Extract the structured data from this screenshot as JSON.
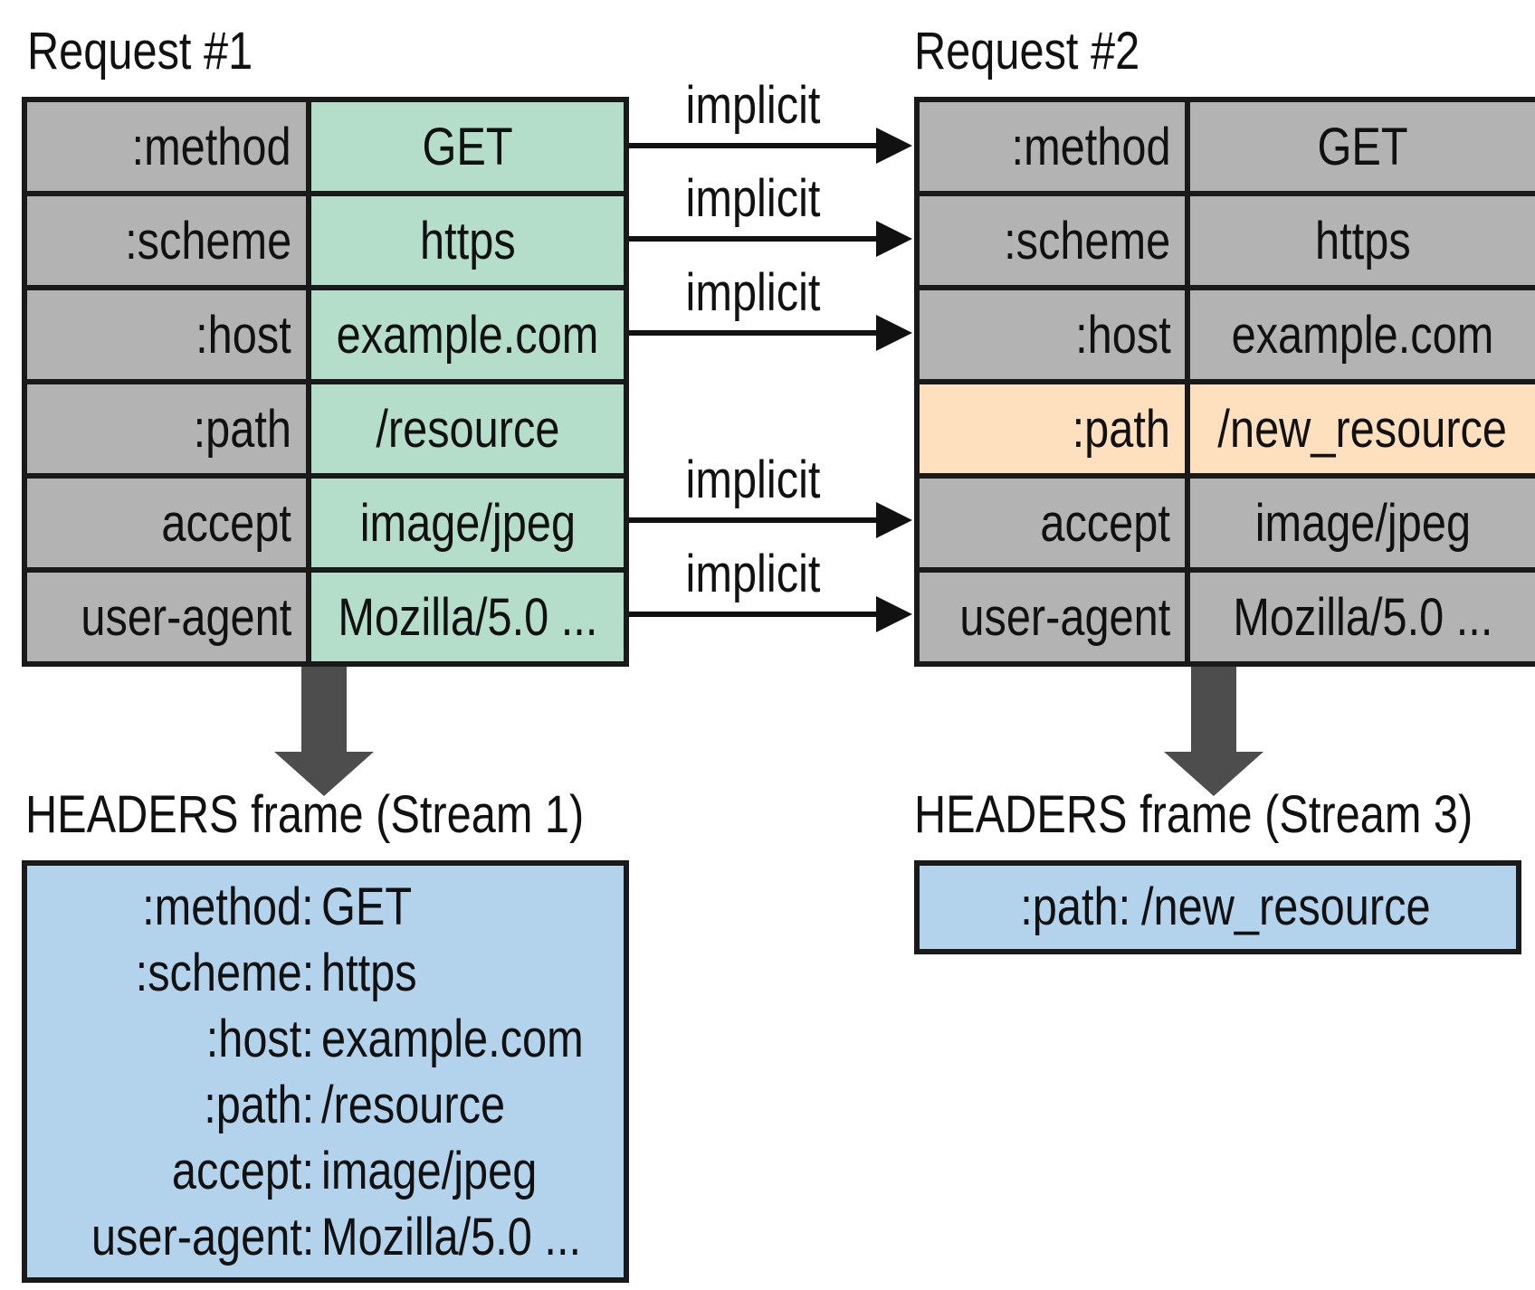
{
  "request1": {
    "title": "Request #1",
    "rows": [
      {
        "name": ":method",
        "value": "GET"
      },
      {
        "name": ":scheme",
        "value": "https"
      },
      {
        "name": ":host",
        "value": "example.com"
      },
      {
        "name": ":path",
        "value": "/resource"
      },
      {
        "name": "accept",
        "value": "image/jpeg"
      },
      {
        "name": "user-agent",
        "value": "Mozilla/5.0 ..."
      }
    ]
  },
  "request2": {
    "title": "Request #2",
    "rows": [
      {
        "name": ":method",
        "value": "GET"
      },
      {
        "name": ":scheme",
        "value": "https"
      },
      {
        "name": ":host",
        "value": "example.com"
      },
      {
        "name": ":path",
        "value": "/new_resource",
        "changed": true
      },
      {
        "name": "accept",
        "value": "image/jpeg"
      },
      {
        "name": "user-agent",
        "value": "Mozilla/5.0 ..."
      }
    ]
  },
  "connectors": {
    "label": "implicit"
  },
  "frame1": {
    "title": "HEADERS frame (Stream 1)",
    "lines": [
      {
        "name": ":method:",
        "value": "GET"
      },
      {
        "name": ":scheme:",
        "value": "https"
      },
      {
        "name": ":host:",
        "value": "example.com"
      },
      {
        "name": ":path:",
        "value": "/resource"
      },
      {
        "name": "accept:",
        "value": "image/jpeg"
      },
      {
        "name": "user-agent:",
        "value": "Mozilla/5.0 ..."
      }
    ]
  },
  "frame2": {
    "title": "HEADERS frame (Stream 3)",
    "lines": [
      {
        "name": ":path:",
        "value": "/new_resource"
      }
    ]
  },
  "colors": {
    "header_name_bg": "#b3b3b3",
    "request1_value_bg": "#b4dec9",
    "changed_row_bg": "#fedfbe",
    "frame_bg": "#b3d3ec",
    "border": "#1a1a1a",
    "down_arrow": "#4d4d4d"
  }
}
